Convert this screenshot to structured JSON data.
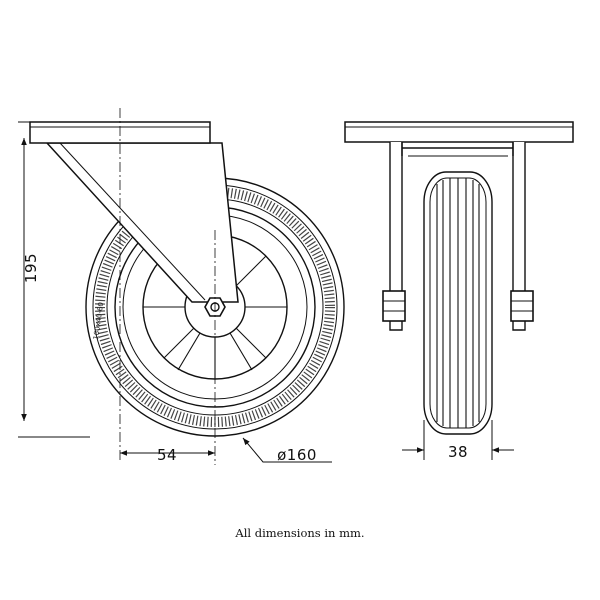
{
  "figure": {
    "height_label": "195",
    "offset_label": "54",
    "wheel_diameter_label": "ø160",
    "wheel_width_label": "38",
    "tire_marking": "160x40-60"
  },
  "caption": "All dimensions in mm.",
  "colors": {
    "line": "#111111",
    "paper": "#ffffff"
  }
}
